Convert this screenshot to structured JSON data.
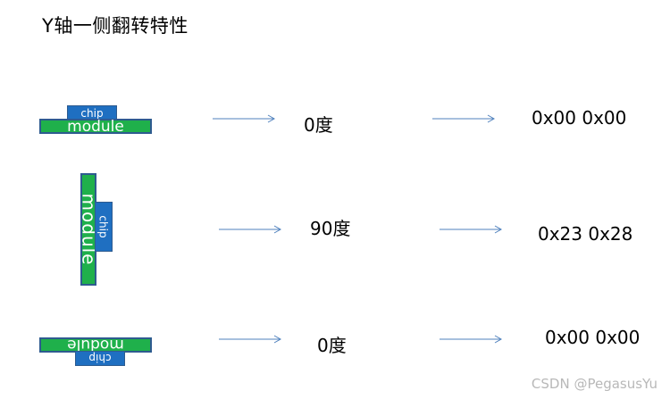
{
  "title": "Y轴一侧翻转特性",
  "chip_label": "chip",
  "module_label": "module",
  "rows": [
    {
      "angle": "0度",
      "hex": "0x00 0x00"
    },
    {
      "angle": "90度",
      "hex": "0x23 0x28"
    },
    {
      "angle": "0度",
      "hex": "0x00 0x00"
    }
  ],
  "colors": {
    "module": "#1fb04b",
    "chip": "#1f6fc1",
    "border": "#2e5b8f",
    "arrow": "#4f81bd"
  },
  "watermark": "CSDN @PegasusYu"
}
